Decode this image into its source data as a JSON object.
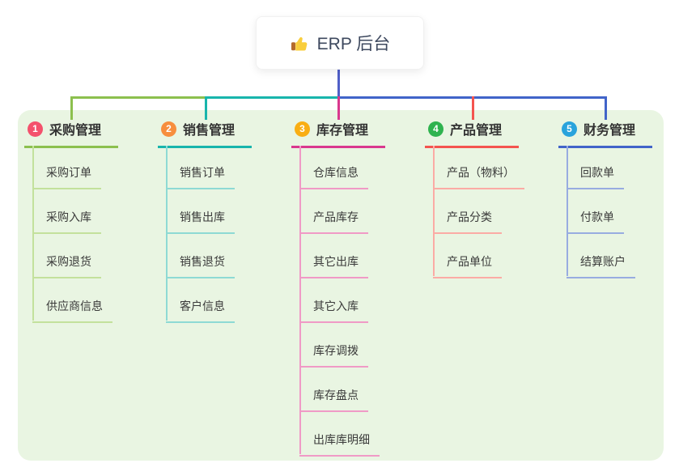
{
  "root": {
    "label": "ERP 后台",
    "icon": "thumbs-up"
  },
  "panel": {
    "background": "#e9f5e2"
  },
  "connector": {
    "stem_color": "#505fc8"
  },
  "branches": [
    {
      "index": "1",
      "label": "采购管理",
      "badge_color": "#f4516c",
      "line_color": "#8cc04e",
      "child_line_color": "#c3e19c",
      "children": [
        "采购订单",
        "采购入库",
        "采购退货",
        "供应商信息"
      ]
    },
    {
      "index": "2",
      "label": "销售管理",
      "badge_color": "#f78e3d",
      "line_color": "#18b5ac",
      "child_line_color": "#8edad4",
      "children": [
        "销售订单",
        "销售出库",
        "销售退货",
        "客户信息"
      ]
    },
    {
      "index": "3",
      "label": "库存管理",
      "badge_color": "#f9ae13",
      "line_color": "#d9388e",
      "child_line_color": "#f09ac6",
      "children": [
        "仓库信息",
        "产品库存",
        "其它出库",
        "其它入库",
        "库存调拨",
        "库存盘点",
        "出库库明细"
      ]
    },
    {
      "index": "4",
      "label": "产品管理",
      "badge_color": "#2fb34f",
      "line_color": "#f4544f",
      "child_line_color": "#fbaba5",
      "children": [
        "产品（物料）",
        "产品分类",
        "产品单位"
      ]
    },
    {
      "index": "5",
      "label": "财务管理",
      "badge_color": "#29a3dc",
      "line_color": "#4164c9",
      "child_line_color": "#98ace0",
      "children": [
        "回款单",
        "付款单",
        "结算账户"
      ]
    }
  ]
}
